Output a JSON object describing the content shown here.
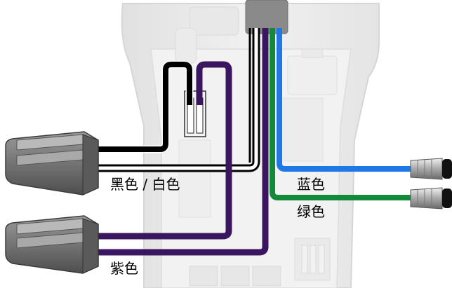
{
  "labels": {
    "black_white": "黑色 / 白色",
    "blue": "蓝色",
    "green": "绿色",
    "purple": "紫色"
  },
  "colors": {
    "black_wire": "#000000",
    "white_wire": "#ffffff",
    "blue_wire": "#1f78e6",
    "green_wire": "#138a3a",
    "purple_wire": "#3a1560",
    "housing": "#d8d8d8",
    "connector": "#6f6f6f"
  }
}
